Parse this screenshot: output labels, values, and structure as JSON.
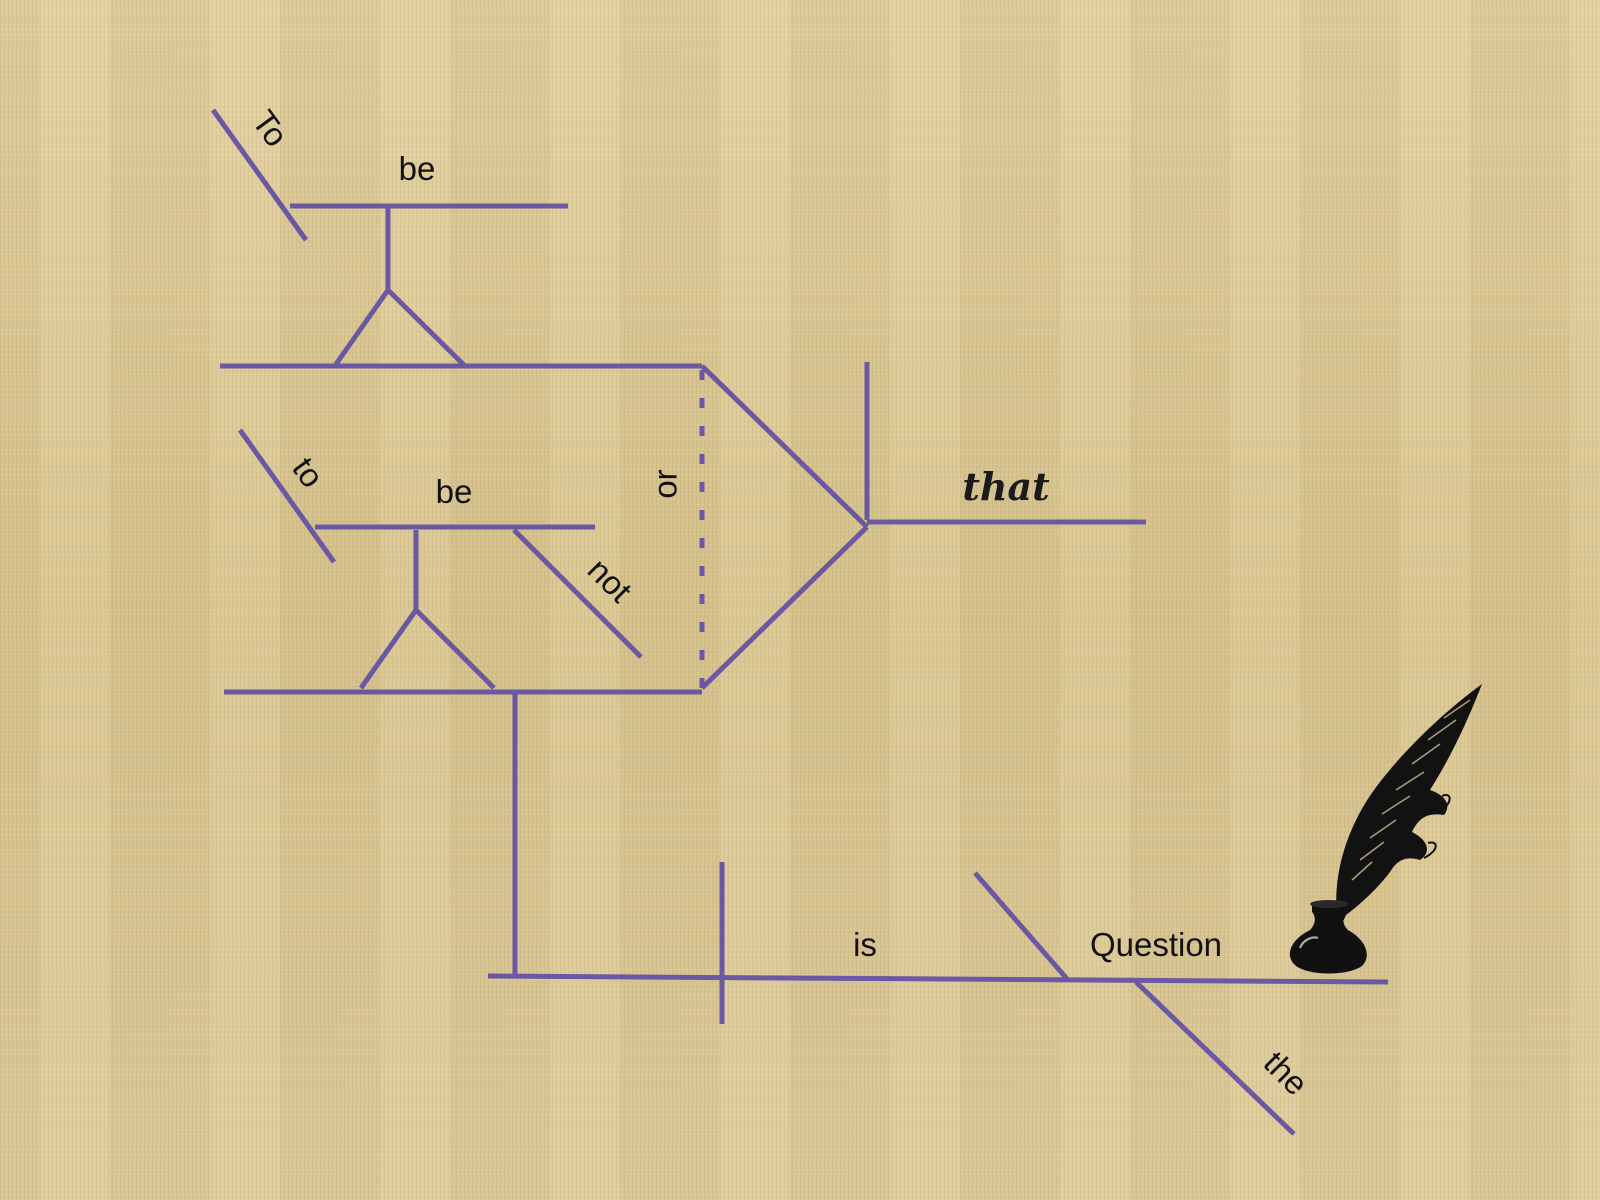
{
  "words": {
    "to_1": "To",
    "be_1": "be",
    "or": "or",
    "to_2": "to",
    "be_2": "be",
    "not": "not",
    "that": "that",
    "is": "is",
    "question": "Question",
    "the": "the"
  },
  "colors": {
    "line": "#6a58a3",
    "paper": "#dcc998",
    "ink": "#111111"
  },
  "icons": {
    "quill": "quill-and-inkwell-icon"
  }
}
